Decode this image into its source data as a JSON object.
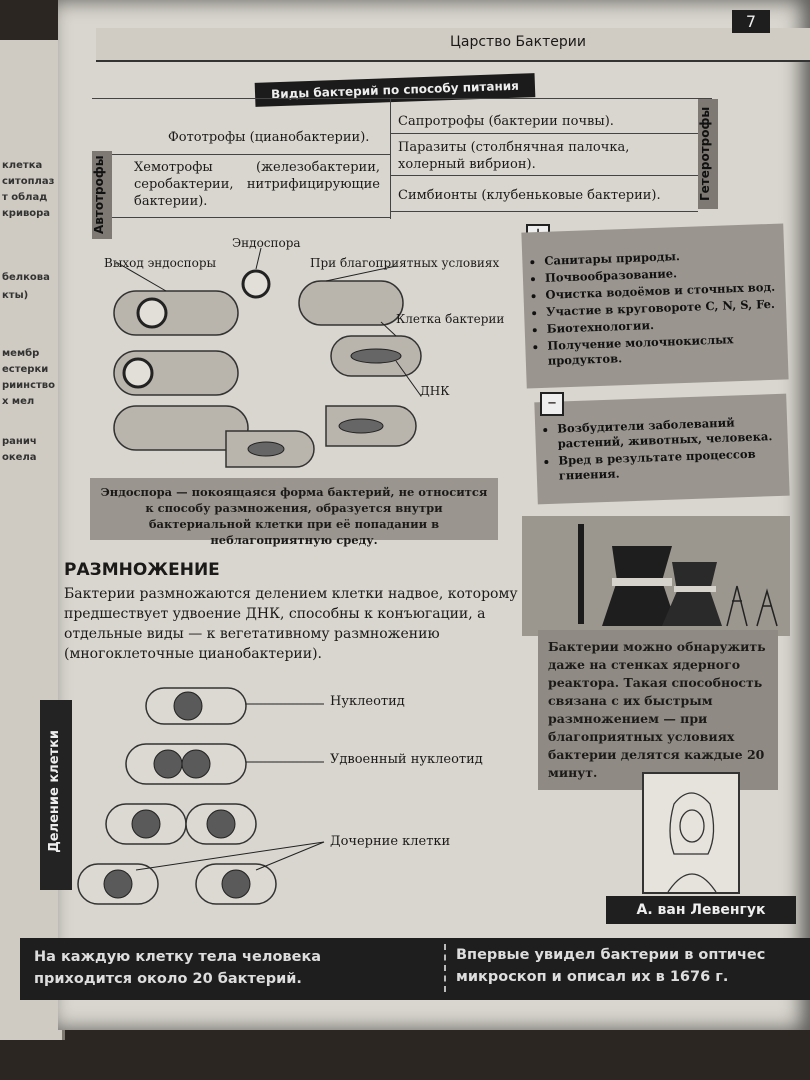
{
  "page": {
    "number": "7",
    "chapter": "Царство Бактерии"
  },
  "left_page_fragments": [
    "клетка",
    "ситоплаз",
    "т облад",
    "кривора",
    "белкова",
    "кты)",
    "мембр",
    "естерки",
    "риинство",
    "х мел",
    "ранич",
    "окела"
  ],
  "nutrition": {
    "title": "Виды бактерий по способу питания",
    "autotrophs_label": "Автотрофы",
    "heterotrophs_label": "Гетеротрофы",
    "autotrophs": [
      "Фототрофы (цианобактерии).",
      "Хемотрофы (железобактерии, серобактерии, нитрифицирующие бактерии)."
    ],
    "heterotrophs": [
      "Сапротрофы (бактерии почвы).",
      "Паразиты (столбнячная палочка, холерный вибрион).",
      "Симбионты (клубеньковые бактерии)."
    ]
  },
  "endospore_diagram": {
    "label_exit": "Выход эндоспоры",
    "label_endospore": "Эндоспора",
    "label_favorable": "При благоприятных условиях",
    "label_cell": "Клетка бактерии",
    "label_dna": "ДНК"
  },
  "pros": {
    "symbol": "+",
    "items": [
      "Санитары природы.",
      "Почвообразование.",
      "Очистка водоёмов и сточных вод.",
      "Участие в круговороте C, N, S, Fe.",
      "Биотехнологии.",
      "Получение молочнокислых продуктов."
    ]
  },
  "cons": {
    "symbol": "–",
    "items": [
      "Возбудители заболеваний растений, животных, человека.",
      "Вред в результате процессов гниения."
    ]
  },
  "endospore_note": "Эндоспора — покоящаяся форма бактерий, не относится к способу размножения, образуется внутри бактериальной клетки при её попадании в неблагоприятную среду.",
  "reproduction": {
    "title": "РАЗМНОЖЕНИЕ",
    "text": "Бактерии размножаются делением клетки надвое, которому предшествует удвоение ДНК, способны к конъюгации, а отдельные виды — к вегетативному размножению (многоклеточные цианобактерии).",
    "division_tab": "Деление клетки",
    "label_nucleotide": "Нуклеотид",
    "label_doubled": "Удвоенный нуклеотид",
    "label_daughter": "Дочерние клетки"
  },
  "reactor_caption": "Бактерии можно обнаружить даже на стенках ядерного реактора. Такая способность связана с их быстрым размножением — при благоприятных условиях бактерии делятся каждые 20 минут.",
  "scientist": {
    "name": "А. ван Левенгук"
  },
  "footer": {
    "left": "На каждую клетку тела человека приходится около 20 бактерий.",
    "right": "Впервые увидел бактерии в оптичес микроскоп и описал их в 1676 г."
  }
}
